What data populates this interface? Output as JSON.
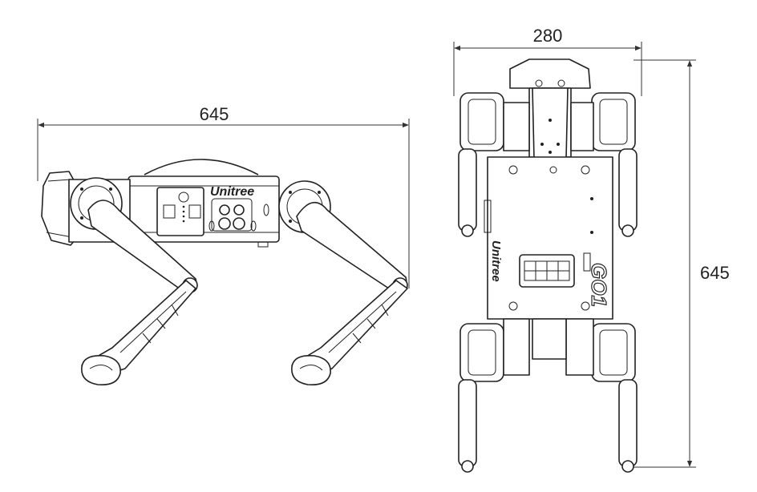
{
  "dimensions": {
    "side_length": "645",
    "top_width": "280",
    "top_length": "645"
  },
  "labels": {
    "side_brand": "Unitree",
    "top_brand": "Unitree",
    "top_model": "GO1"
  }
}
